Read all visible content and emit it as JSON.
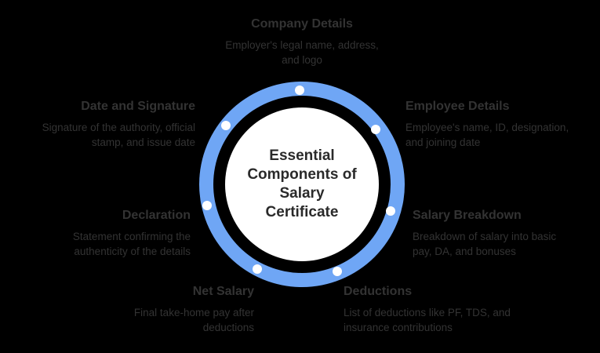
{
  "diagram": {
    "title": "Essential Components of Salary Certificate",
    "colors": {
      "ring": "#6fa6f5",
      "center": "#ffffff",
      "background": "#000000",
      "text": "#333333"
    },
    "components": [
      {
        "title": "Company Details",
        "description": "Employer's legal name, address, and logo"
      },
      {
        "title": "Employee Details",
        "description": "Employee's name, ID, designation, and joining date"
      },
      {
        "title": "Salary Breakdown",
        "description": "Breakdown of salary into basic pay, DA, and bonuses"
      },
      {
        "title": "Deductions",
        "description": "List of deductions like PF, TDS, and insurance contributions"
      },
      {
        "title": "Net Salary",
        "description": "Final take-home pay after deductions"
      },
      {
        "title": "Declaration",
        "description": "Statement confirming the authenticity of the details"
      },
      {
        "title": "Date and Signature",
        "description": "Signature of the authority, official stamp, and issue date"
      }
    ]
  }
}
